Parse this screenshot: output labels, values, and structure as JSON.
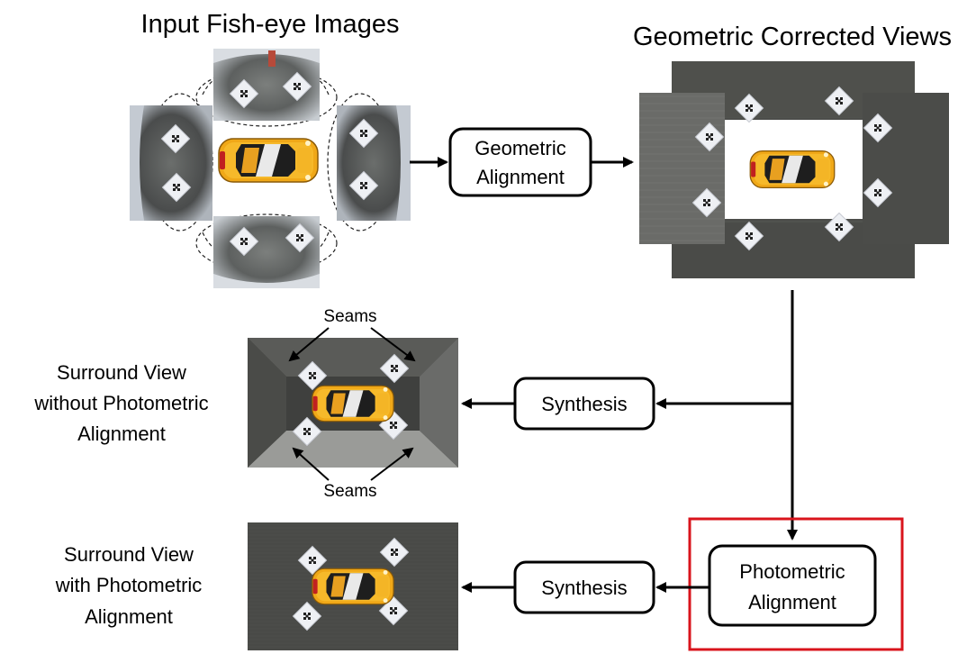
{
  "figure": {
    "titles": {
      "input": "Input Fish-eye Images",
      "corrected": "Geometric Corrected Views"
    },
    "process_boxes": {
      "geometric_alignment": [
        "Geometric",
        "Alignment"
      ],
      "synthesis_top": "Synthesis",
      "synthesis_bottom": "Synthesis",
      "photometric_alignment": [
        "Photometric",
        "Alignment"
      ]
    },
    "captions": {
      "without": [
        "Surround View",
        "without Photometric",
        "Alignment"
      ],
      "with": [
        "Surround View",
        "with Photometric",
        "Alignment"
      ]
    },
    "annotations": {
      "seams_top": "Seams",
      "seams_bottom": "Seams"
    },
    "highlight_color": "#d9141c",
    "images": [
      "fisheye-front-image",
      "fisheye-left-image",
      "fisheye-right-image",
      "fisheye-rear-image",
      "car-top-view-icon",
      "geometric-corrected-mosaic",
      "surround-view-without-photometric",
      "surround-view-with-photometric"
    ]
  }
}
